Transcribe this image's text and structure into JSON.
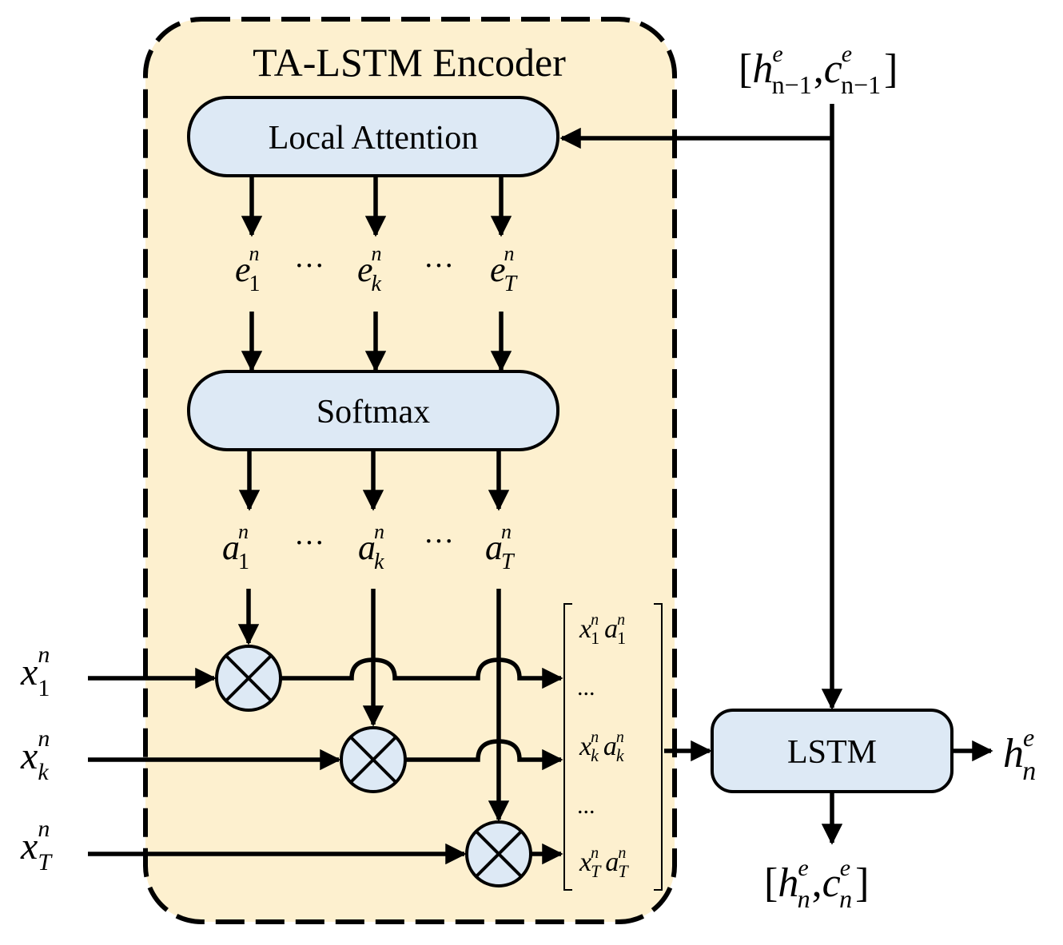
{
  "encoder": {
    "title": "TA-LSTM Encoder",
    "local_attention_label": "Local Attention",
    "softmax_label": "Softmax",
    "ellipsis": "···",
    "dots": "..."
  },
  "lstm": {
    "label": "LSTM"
  },
  "symbols": {
    "prev_state": {
      "open": "[",
      "h": "h",
      "h_sup": "e",
      "h_sub": "n−1",
      "comma": ",",
      "c": "c",
      "c_sup": "e",
      "c_sub": "n−1",
      "close": "]"
    },
    "next_state": {
      "open": "[",
      "h": "h",
      "h_sup": "e",
      "h_sub": "n",
      "comma": ",",
      "c": "c",
      "c_sup": "e",
      "c_sub": "n",
      "close": "]"
    },
    "output": {
      "base": "h",
      "sup": "e",
      "sub": "n"
    },
    "e": [
      {
        "base": "e",
        "sup": "n",
        "sub": "1"
      },
      {
        "base": "e",
        "sup": "n",
        "sub": "k"
      },
      {
        "base": "e",
        "sup": "n",
        "sub": "T"
      }
    ],
    "a": [
      {
        "base": "a",
        "sup": "n",
        "sub": "1"
      },
      {
        "base": "a",
        "sup": "n",
        "sub": "k"
      },
      {
        "base": "a",
        "sup": "n",
        "sub": "T"
      }
    ],
    "x": [
      {
        "base": "x",
        "sup": "n",
        "sub": "1"
      },
      {
        "base": "x",
        "sup": "n",
        "sub": "k"
      },
      {
        "base": "x",
        "sup": "n",
        "sub": "T"
      }
    ],
    "products": [
      {
        "x": "x",
        "x_sup": "n",
        "x_sub": "1",
        "a": "a",
        "a_sup": "n",
        "a_sub": "1"
      },
      {
        "x": "x",
        "x_sup": "n",
        "x_sub": "k",
        "a": "a",
        "a_sup": "n",
        "a_sub": "k"
      },
      {
        "x": "x",
        "x_sup": "n",
        "x_sub": "T",
        "a": "a",
        "a_sup": "n",
        "a_sub": "T"
      }
    ]
  },
  "colors": {
    "encoder_fill": "#fdf0cf",
    "box_fill": "#dde9f5",
    "stroke": "#000000"
  }
}
